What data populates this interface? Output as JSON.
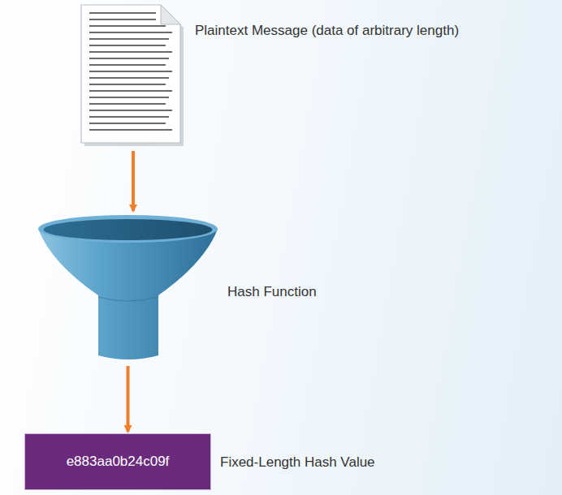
{
  "diagram": {
    "nodes": [
      {
        "text": [
          "Plaintext Message (data of arbitrary length)"
        ]
      },
      {
        "text": [
          "Hash Function"
        ]
      },
      {
        "text": [
          "e883aa0b24c09f",
          "Fixed-Length Hash Value"
        ]
      }
    ],
    "edges": [
      {
        "from": 0,
        "to": 1,
        "arrow": "to"
      },
      {
        "from": 1,
        "to": 2,
        "arrow": "to"
      }
    ]
  }
}
